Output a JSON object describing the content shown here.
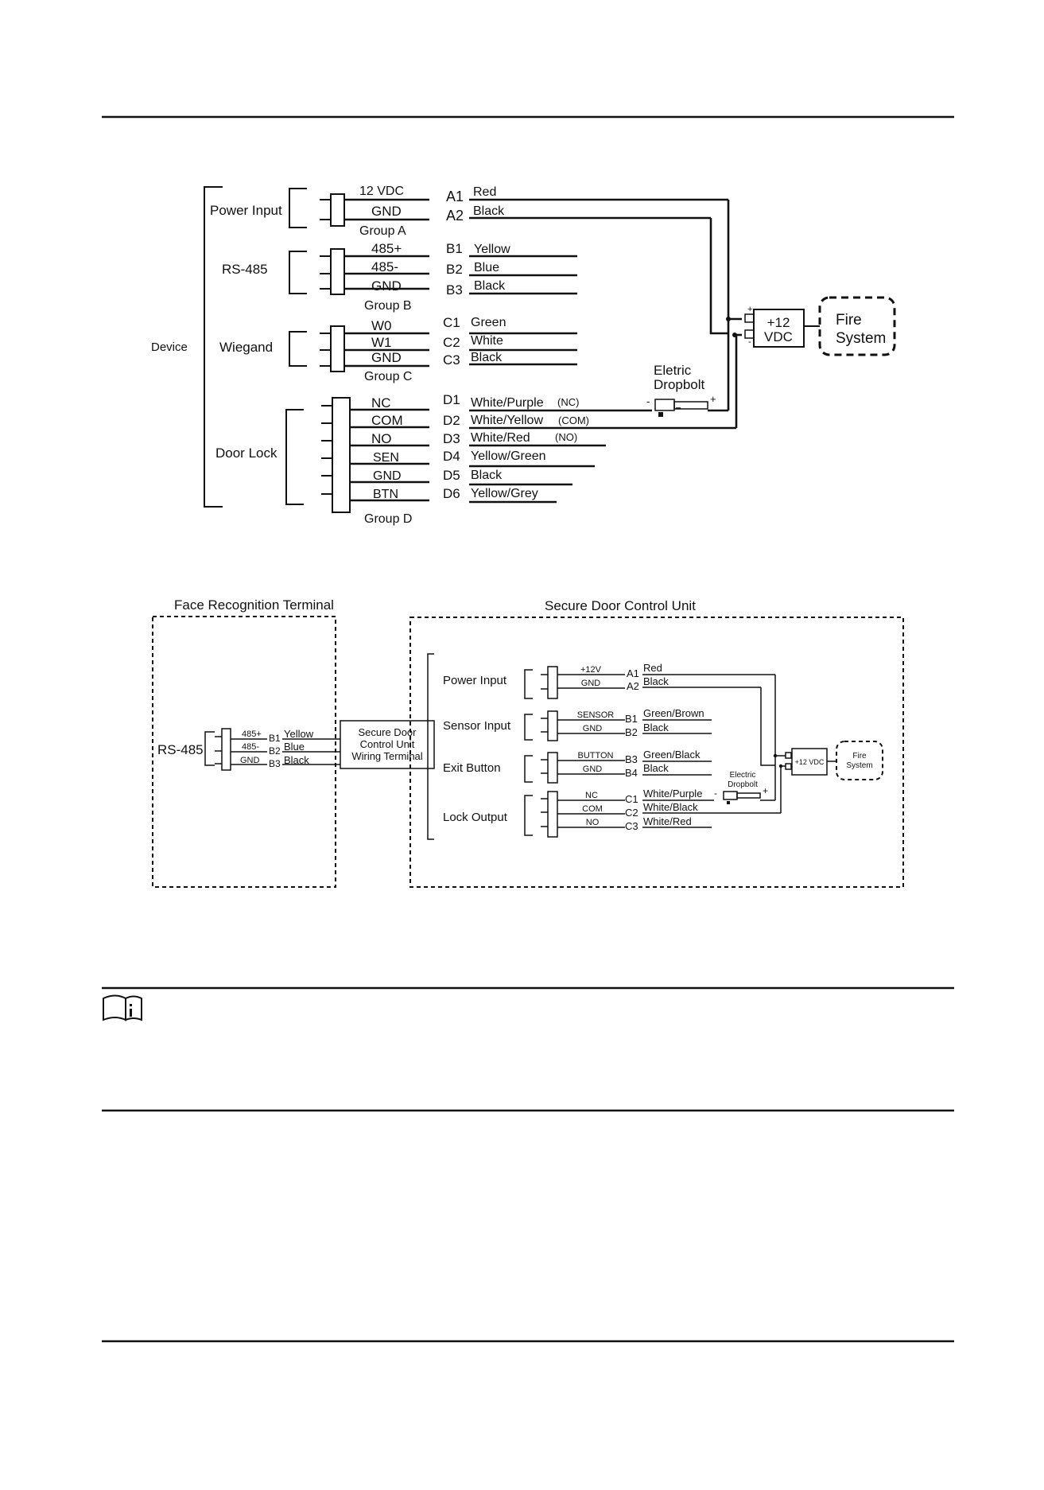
{
  "diagram1": {
    "device": "Device",
    "power_input": "Power Input",
    "rs485": "RS-485",
    "wiegand": "Wiegand",
    "door_lock": "Door Lock",
    "group_a": "Group A",
    "group_b": "Group B",
    "group_c": "Group C",
    "group_d": "Group D",
    "terminals": [
      {
        "name": "12 VDC",
        "pin": "A1",
        "color": "Red"
      },
      {
        "name": "GND",
        "pin": "A2",
        "color": "Black"
      },
      {
        "name": "485+",
        "pin": "B1",
        "color": "Yellow"
      },
      {
        "name": "485-",
        "pin": "B2",
        "color": "Blue"
      },
      {
        "name": "GND",
        "pin": "B3",
        "color": "Black"
      },
      {
        "name": "W0",
        "pin": "C1",
        "color": "Green"
      },
      {
        "name": "W1",
        "pin": "C2",
        "color": "White"
      },
      {
        "name": "GND",
        "pin": "C3",
        "color": "Black"
      },
      {
        "name": "NC",
        "pin": "D1",
        "color": "White/Purple",
        "note": "(NC)"
      },
      {
        "name": "COM",
        "pin": "D2",
        "color": "White/Yellow",
        "note": "(COM)"
      },
      {
        "name": "NO",
        "pin": "D3",
        "color": "White/Red",
        "note": "(NO)"
      },
      {
        "name": "SEN",
        "pin": "D4",
        "color": "Yellow/Green"
      },
      {
        "name": "GND",
        "pin": "D5",
        "color": "Black"
      },
      {
        "name": "BTN",
        "pin": "D6",
        "color": "Yellow/Grey"
      }
    ],
    "dropbolt_line1": "Eletric",
    "dropbolt_line2": "Dropbolt",
    "minus": "-",
    "plus": "+",
    "psu_line1": "+12",
    "psu_line2": "VDC",
    "fire_line1": "Fire",
    "fire_line2": "System"
  },
  "diagram2": {
    "frt_title": "Face Recognition Terminal",
    "sdcu_title": "Secure Door Control Unit",
    "rs485": "RS-485",
    "rs485_rows": [
      {
        "name": "485+",
        "pin": "B1",
        "color": "Yellow"
      },
      {
        "name": "485-",
        "pin": "B2",
        "color": "Blue"
      },
      {
        "name": "GND",
        "pin": "B3",
        "color": "Black"
      }
    ],
    "wiring_terminal": [
      "Secure Door",
      "Control Unit",
      "Wiring Terminal"
    ],
    "power_input": "Power Input",
    "sensor_input": "Sensor Input",
    "exit_button": "Exit Button",
    "lock_output": "Lock Output",
    "rows": [
      {
        "name": "+12V",
        "pin": "A1",
        "color": "Red"
      },
      {
        "name": "GND",
        "pin": "A2",
        "color": "Black"
      },
      {
        "name": "SENSOR",
        "pin": "B1",
        "color": "Green/Brown"
      },
      {
        "name": "GND",
        "pin": "B2",
        "color": "Black"
      },
      {
        "name": "BUTTON",
        "pin": "B3",
        "color": "Green/Black"
      },
      {
        "name": "GND",
        "pin": "B4",
        "color": "Black"
      },
      {
        "name": "NC",
        "pin": "C1",
        "color": "White/Purple"
      },
      {
        "name": "COM",
        "pin": "C2",
        "color": "White/Black"
      },
      {
        "name": "NO",
        "pin": "C3",
        "color": "White/Red"
      }
    ],
    "dropbolt_line1": "Electric",
    "dropbolt_line2": "Dropbolt",
    "minus": "-",
    "plus": "+",
    "psu": "+12 VDC",
    "fire_line1": "Fire",
    "fire_line2": "System"
  },
  "note_icon": "info-note-icon"
}
